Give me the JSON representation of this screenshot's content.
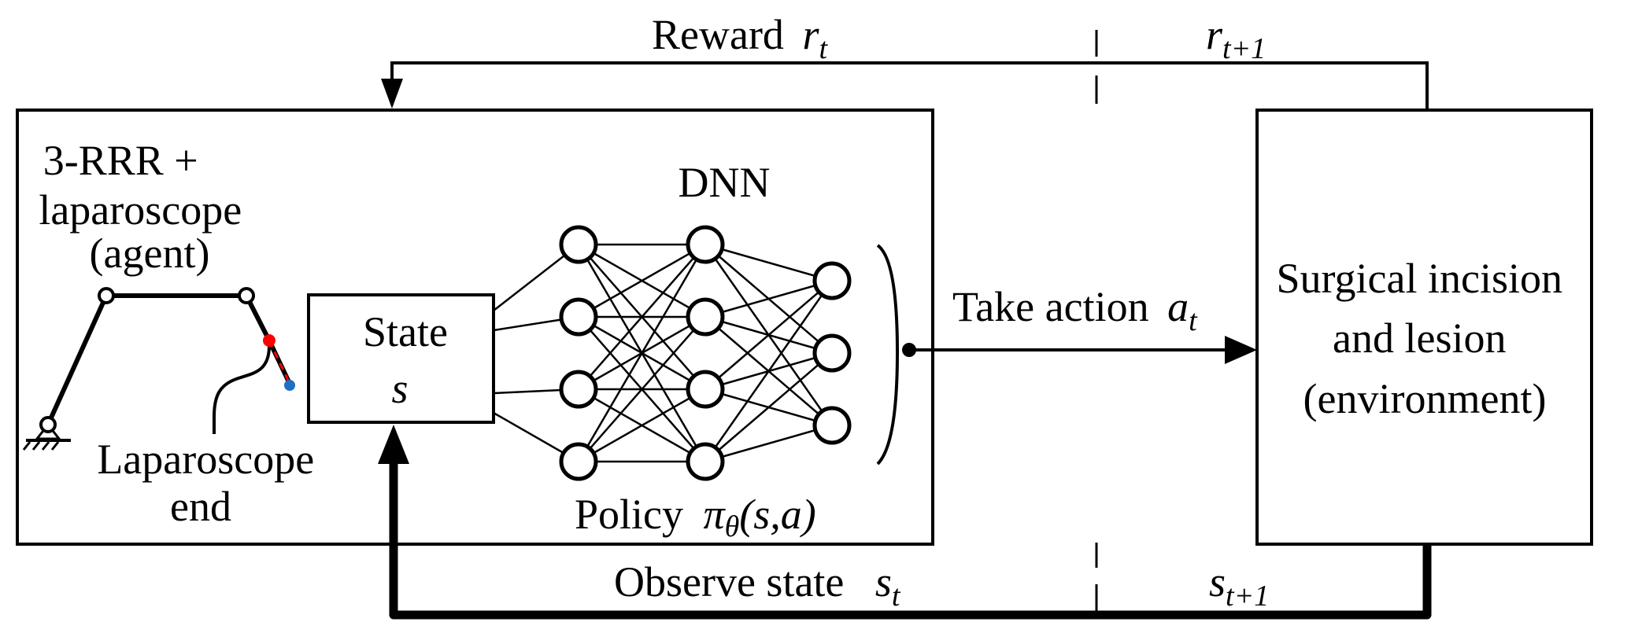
{
  "diagram": {
    "type": "reinforcement-learning-loop",
    "agent": {
      "title_lines": [
        "3-RRR +",
        "laparoscope",
        "(agent)"
      ],
      "end_label_lines": [
        "Laparoscope",
        "end"
      ],
      "state_box": {
        "title": "State",
        "symbol": "s"
      },
      "dnn": {
        "title": "DNN",
        "layers": [
          4,
          4,
          3
        ],
        "policy_label": "Policy",
        "policy_symbol": "π",
        "policy_subscript": "θ",
        "policy_args": "(s,a)"
      }
    },
    "environment": {
      "title_lines": [
        "Surgical incision",
        "and lesion",
        "(environment)"
      ]
    },
    "edges": {
      "reward": {
        "label": "Reward",
        "symbol": "r",
        "subscript": "t"
      },
      "reward_next": {
        "symbol": "r",
        "subscript": "t+1"
      },
      "action": {
        "label": "Take action",
        "symbol": "a",
        "subscript": "t"
      },
      "observe": {
        "label": "Observe state",
        "symbol": "s",
        "subscript": "t"
      },
      "observe_next": {
        "symbol": "s",
        "subscript": "t+1"
      }
    },
    "colors": {
      "line": "#000000",
      "joint_red": "#ff0000",
      "end_blue": "#1f6fc4",
      "background": "#ffffff"
    }
  }
}
